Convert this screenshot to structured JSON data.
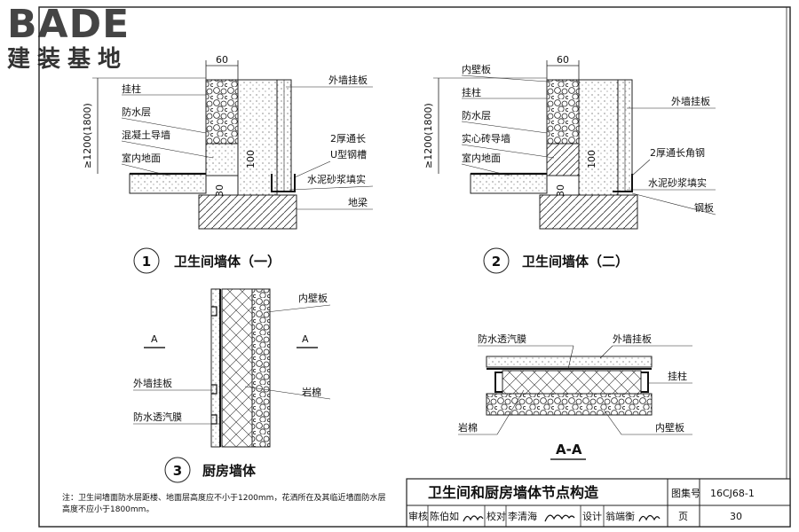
{
  "logo": {
    "brand": "BADE",
    "subtitle": "建装基地"
  },
  "detail1": {
    "number": "1",
    "title": "卫生间墙体（一）",
    "width_dim": "60",
    "height_dim": "≥1200(1800)",
    "dim_100": "100",
    "dim_30": "30",
    "labels_left": [
      "挂柱",
      "防水层",
      "混凝土导墙",
      "室内地面"
    ],
    "labels_right": [
      "外墙挂板",
      "2厚通长",
      "U型钢槽",
      "水泥砂浆填实",
      "地梁"
    ]
  },
  "detail2": {
    "number": "2",
    "title": "卫生间墙体（二）",
    "width_dim": "60",
    "height_dim": "≥1200(1800)",
    "dim_100": "100",
    "dim_30": "30",
    "labels_left": [
      "内壁板",
      "挂柱",
      "防水层",
      "实心砖导墙",
      "室内地面"
    ],
    "labels_right": [
      "外墙挂板",
      "2厚通长角钢",
      "水泥砂浆填实",
      "钢板"
    ]
  },
  "detail3": {
    "number": "3",
    "title": "厨房墙体",
    "section_mark": "A",
    "labels_left": [
      "外墙挂板",
      "防水透汽膜"
    ],
    "labels_right": [
      "内壁板",
      "岩棉"
    ]
  },
  "section_aa": {
    "title": "A-A",
    "labels": [
      "防水透汽膜",
      "外墙挂板",
      "挂柱",
      "岩棉",
      "内壁板"
    ]
  },
  "title_block": {
    "drawing_title": "卫生间和厨房墙体节点构造",
    "atlas_label": "图集号",
    "atlas_no": "16CJ68-1",
    "review_label": "审核",
    "reviewer": "陈伯如",
    "check_label": "校对",
    "checker": "李清海",
    "design_label": "设计",
    "designer": "翁端衡",
    "page_label": "页",
    "page_no": "30"
  },
  "note": "注：卫生间墙面防水层距楼、地面层高度应不小于1200mm，花洒所在及其临近墙面防水层高度不应小于1800mm。"
}
